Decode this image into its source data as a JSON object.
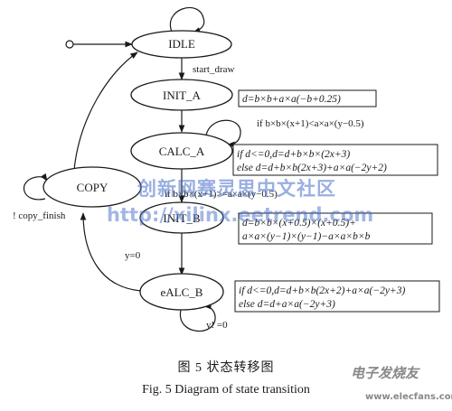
{
  "states": {
    "idle": "IDLE",
    "init_a": "INIT_A",
    "calc_a": "CALC_A",
    "copy": "COPY",
    "init_b": "INIT_B",
    "calc_b": "eALC_B"
  },
  "edges": {
    "start_draw": "start_draw",
    "cond_calc_a_self": "if b×b×(x+1)<a×a×(y−0.5)",
    "cond_calc_a_out": "if b×b×(x+1)>=a×a×(y−0.5)",
    "copy_finish": "! copy_finish",
    "y_zero": "y=0",
    "y_not_zero": "y! =0"
  },
  "formulas": {
    "init_a": "d=b×b+a×a(−b+0.25)",
    "calc_a_line1": "if d<=0,d=d+b×b×(2x+3)",
    "calc_a_line2": "else     d=d+b×b(2x+3)+a×a(−2y+2)",
    "init_b_line1": "d=b×b×(x+0.5)×(x+0.5)+",
    "init_b_line2": "a×a×(y−1)×(y−1)−a×a×b×b",
    "calc_b_line1": "if d<=0,d=d+b×b(2x+2)+a×a(−2y+3)",
    "calc_b_line2": "else         d=d+a×a(−2y+3)"
  },
  "caption": {
    "cn": "图 5    状态转移图",
    "en": "Fig. 5    Diagram of state transition"
  },
  "watermarks": {
    "cn": "创新网赛灵思中文社区",
    "url": "http://xilinx.eetrend.com",
    "logo": "电子发烧友",
    "site": "www.elecfans.com"
  }
}
